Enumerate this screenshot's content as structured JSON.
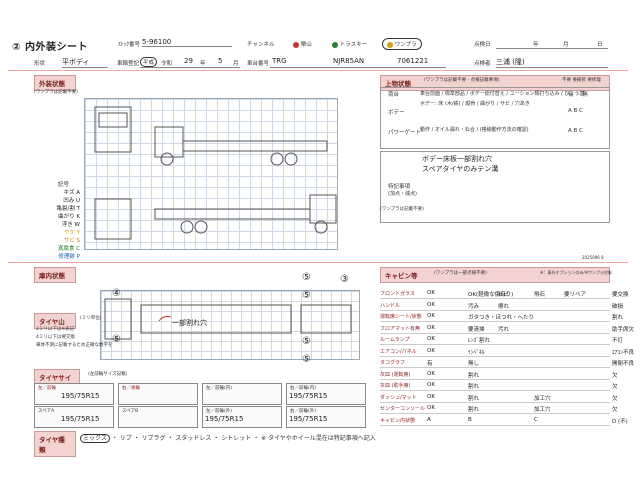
{
  "header": {
    "title": "② 内外装シート",
    "stock_label": "ｽﾄｯｸ番号",
    "stock_no": "5-96100",
    "shape_label": "形状",
    "shape": "平ボディ",
    "reg_label": "車輌登記",
    "era_heisei": "平成",
    "era_reiwa": "令和",
    "year": "29",
    "year_unit": "年",
    "month": "5",
    "month_unit": "月",
    "channel_label": "チャンネル",
    "channel_opts": [
      "栗山",
      "トラスキー",
      "ワンプラ"
    ],
    "model_label": "車台番号",
    "model_prefix": "TRG",
    "model": "NJR85AN",
    "serial": "7061221",
    "inspect_date_label": "点検日",
    "date_units": [
      "年",
      "月",
      "日"
    ],
    "inspector_label": "点検者",
    "inspector": "三浦 (隆)"
  },
  "exterior": {
    "head": "外装状態",
    "note": "(ワンプラは記載不要)",
    "legend_title": "記号",
    "legend": [
      {
        "name": "キズ",
        "code": "A"
      },
      {
        "name": "凹み",
        "code": "U"
      },
      {
        "name": "亀裂/割",
        "code": "T"
      },
      {
        "name": "曲がり",
        "code": "K"
      },
      {
        "name": "浮き",
        "code": "W"
      },
      {
        "name": "ヤケ",
        "code": "Y"
      },
      {
        "name": "サビ",
        "code": "S"
      },
      {
        "name": "鳶腐食",
        "code": "C"
      },
      {
        "name": "修理跡",
        "code": "P"
      }
    ]
  },
  "upper": {
    "head": "上物状態",
    "note": "(ワンプラは記載不要 - 点検記載事項)",
    "col_heads": [
      "不要",
      "要補修",
      "要修理"
    ],
    "items": [
      {
        "label": "荷台",
        "text": "車台前面 / 標準部品 / ボデー総付替え / ユーション類打ち込み / ひょう害",
        "checks": "有 ・ 無"
      },
      {
        "label": "ボデー",
        "text": "ボデー: 床 (木/鉄) / 縦骨 / 曲がり / サビ / 穴あき",
        "checks": "A B C"
      },
      {
        "label": "パワーゲート",
        "text": "動作 / オイル漏れ・ね合 / (格納動作方法の確認)",
        "checks": "A B C"
      }
    ],
    "remark_label": "特記事項",
    "remark_sub": "(加点・減点)",
    "remarks": [
      "ボデー床板一部割れ穴",
      "スペアタイヤのみテン溝"
    ],
    "remark_note": "(ワンプラは記載不要)",
    "doc_code": "2025096 8"
  },
  "interior": {
    "head": "庫内状態",
    "annotation": "一部割れ穴",
    "circled": [
      "⑤",
      "⑤",
      "④",
      "⑤",
      "③",
      "⑤",
      "⑤"
    ]
  },
  "tire": {
    "head": "タイヤ山",
    "note": "(ミリ単位)",
    "rule1": "2ミリ以下は※表記",
    "rule2": "4ミリ以下は要交換",
    "rule3": "車体不測に記載するため正確な数字を",
    "size_head": "タイヤサイズ",
    "size_note": "(左前輪サイズ記載)",
    "cells": [
      {
        "label": "左／前輪",
        "value": "195/75R15"
      },
      {
        "label": "右／後輪",
        "value": ""
      },
      {
        "label": "左／前輪(内)",
        "value": ""
      },
      {
        "label": "右／前輪(内)",
        "value": "195/75R15"
      },
      {
        "label": "スペアA",
        "value": "195/75R15"
      },
      {
        "label": "スペアB",
        "value": ""
      },
      {
        "label": "左／前輪(外)",
        "value": "195/75R15"
      },
      {
        "label": "右／前輪(外)",
        "value": "195/75R15"
      }
    ],
    "kind_head": "タイヤ種類",
    "kinds": [
      "ミックス",
      "リブ",
      "リブラグ",
      "スタッドレス",
      "シトレット"
    ],
    "kinds_note": "※ タイヤやホイール混在は特記事項へ記入"
  },
  "cabin": {
    "head": "キャビン等",
    "note": "(ワンプラは一部点検不要)",
    "side_note": "※：車外オプションのみ/※ワンプラ対象",
    "rows": [
      {
        "label": "フロントガラス",
        "c": [
          "OK",
          "OK(軽微な傷有り)",
          "ヒビ",
          "飛石",
          "要リペア",
          "要交換"
        ]
      },
      {
        "label": "ハンドル",
        "c": [
          "OK",
          "汚み",
          "擦れ",
          "",
          "",
          "破損"
        ]
      },
      {
        "label": "運転席シート/状態",
        "c": [
          "OK",
          "ガタつき・ほつれ・へたり",
          "",
          "",
          "",
          "割れ"
        ]
      },
      {
        "label": "フロアマット有無",
        "c": [
          "OK",
          "要清掃",
          "汚れ",
          "",
          "",
          "助手席欠"
        ]
      },
      {
        "label": "ルームランプ",
        "c": [
          "OK",
          "ﾚﾝｽﾞ割れ",
          "",
          "",
          "",
          "不灯"
        ]
      },
      {
        "label": "エアコン/パネル",
        "c": [
          "OK",
          "ｲﾝﾍﾟﾈﾙ",
          "",
          "",
          "",
          "ｴｱｺﾝ不良"
        ]
      },
      {
        "label": "タコグラフ",
        "c": [
          "有",
          "無し",
          "",
          "",
          "",
          "開閉不良"
        ]
      },
      {
        "label": "灰皿 (運転席)",
        "c": [
          "OK",
          "割れ",
          "",
          "",
          "",
          "欠"
        ]
      },
      {
        "label": "灰皿 (助手席)",
        "c": [
          "OK",
          "割れ",
          "",
          "",
          "",
          "欠"
        ]
      },
      {
        "label": "ダッシュ/マット",
        "c": [
          "OK",
          "割れ",
          "",
          "加工穴",
          "",
          "欠"
        ]
      },
      {
        "label": "センターコンソール",
        "c": [
          "OK",
          "割れ",
          "",
          "加工穴",
          "",
          "欠"
        ]
      },
      {
        "label": "キャビン内状態",
        "c": [
          "A",
          "B",
          "",
          "C",
          "",
          "D (不)"
        ]
      }
    ]
  }
}
